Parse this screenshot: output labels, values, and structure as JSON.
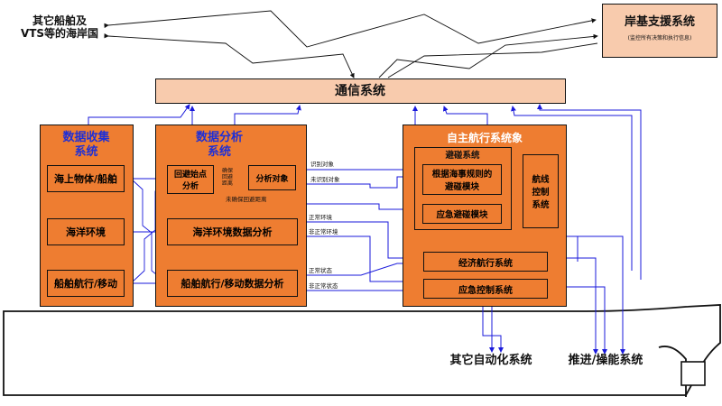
{
  "external": {
    "other_ships": "其它船舶及\nVTS等的海岸国",
    "shore_title": "岸基支援系统",
    "shore_sub": "(监控所有决策和执行信息)",
    "comm": "通信系统"
  },
  "collection": {
    "title": "数据收集\n系统",
    "items": [
      "海上物体/船舶",
      "海洋环境",
      "船舶航行/移动"
    ]
  },
  "analysis": {
    "title": "数据分析\n系统",
    "avoid_start": "回避始点\n分析",
    "analyze_object": "分析对象",
    "ocean_env": "海洋环境数据分析",
    "ship_nav": "船舶航行/移动数据分析"
  },
  "autonomous": {
    "title": "自主航行系统象",
    "collision": "避碰系统",
    "rule_module": "根据海事规则的\n避碰模块",
    "emergency_module": "应急避碰模块",
    "route_control": "航线\n控制\n系统",
    "economic": "经济航行系统",
    "emergency_control": "应急控制系统"
  },
  "labels": {
    "identified": "识别对象",
    "unidentified": "未识别对象",
    "confirm_distance": "确保\n回避\n距离",
    "unconfirmed_distance": "未确保回避距离",
    "normal_env": "正常环境",
    "abnormal_env": "非正常环境",
    "normal_state": "正常状态",
    "abnormal_state": "非正常状态"
  },
  "outputs": {
    "other_auto": "其它自动化系统",
    "propulsion": "推进/操能系统"
  }
}
